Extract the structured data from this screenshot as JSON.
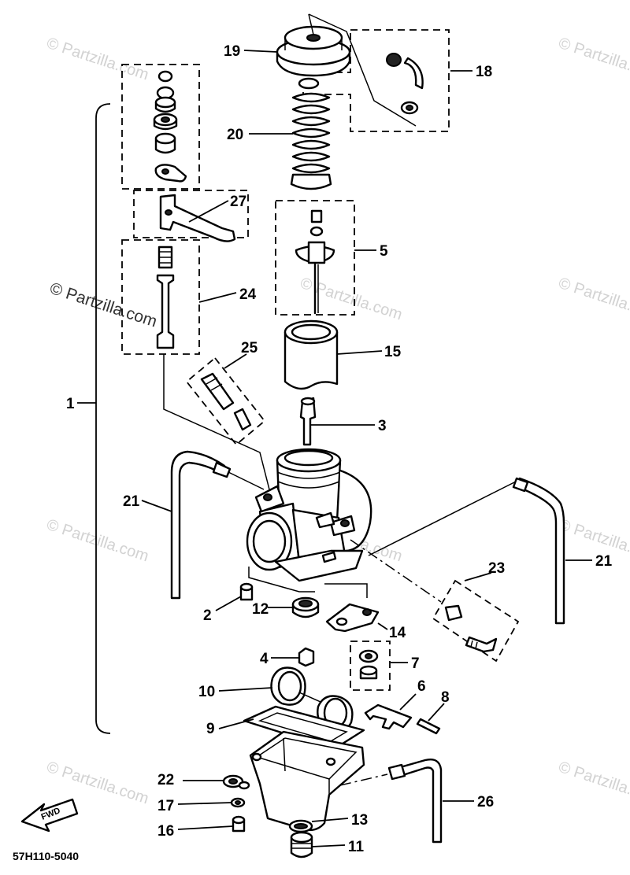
{
  "watermark": "© Partzilla.com",
  "diagram_code": "57H110-5040",
  "direction_label": "FWD",
  "callouts": {
    "c1": "1",
    "c2": "2",
    "c3": "3",
    "c4": "4",
    "c5": "5",
    "c6": "6",
    "c7": "7",
    "c8": "8",
    "c9": "9",
    "c10": "10",
    "c11": "11",
    "c12": "12",
    "c13": "13",
    "c14": "14",
    "c15": "15",
    "c16": "16",
    "c17": "17",
    "c18": "18",
    "c19": "19",
    "c20": "20",
    "c21a": "21",
    "c21b": "21",
    "c22": "22",
    "c23": "23",
    "c24": "24",
    "c25": "25",
    "c26": "26",
    "c27": "27"
  }
}
